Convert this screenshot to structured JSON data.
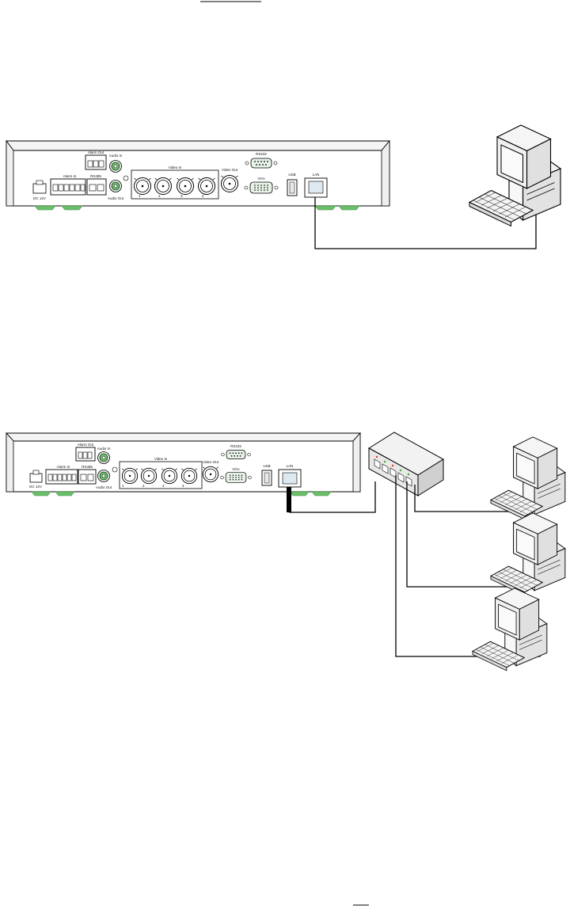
{
  "panel": {
    "alarm_out": "Alarm Out",
    "alarm_in": "Alarm In",
    "rs485": "RS485",
    "dc12v": "DC 12V",
    "audio_in": "Audio In",
    "audio_out": "Audio Out",
    "video_in": "Video In",
    "video_in_channels": [
      "1",
      "2",
      "3",
      "4"
    ],
    "video_out": "Video Out",
    "rs232": "RS232",
    "vga": "VGA",
    "usb": "USB",
    "lan": "LAN"
  },
  "accent": {
    "foot_green": "#6bbf6b",
    "jack_green": "#6bbf6b",
    "line": "#000000"
  },
  "icons": [
    "dvr-back-panel",
    "desktop-computer-icon",
    "network-switch-icon"
  ]
}
